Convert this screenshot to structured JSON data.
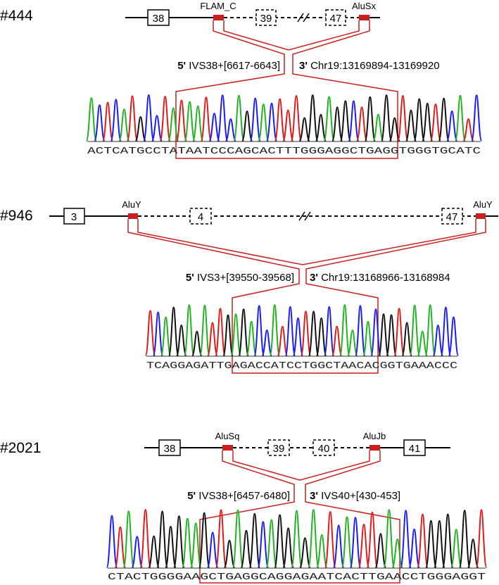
{
  "panels": [
    {
      "id": "444",
      "label": "#444",
      "exons": [
        "38",
        "39",
        "47"
      ],
      "elements": [
        "FLAM_C",
        "AluSx"
      ],
      "junction": {
        "five_prefix": "5'",
        "five_text": "IVS38+[6617-6643]",
        "three_prefix": "3'",
        "three_text": "Chr19:13169894-13169920"
      },
      "sequence": "ACTCATGCCTATAATCCCAGCACTTTGGGAGGCTGAGGTGGGTGCATC"
    },
    {
      "id": "946",
      "label": "#946",
      "exons": [
        "3",
        "4",
        "47"
      ],
      "elements": [
        "AluY",
        "AluY"
      ],
      "junction": {
        "five_prefix": "5'",
        "five_text": "IVS3+[39550-39568]",
        "three_prefix": "3'",
        "three_text": "Chr19:13168966-13168984"
      },
      "sequence": "TCAGGAGATTGAGACCATCCTGGCTAACACGGTGAAACCC"
    },
    {
      "id": "2021",
      "label": "#2021",
      "exons": [
        "38",
        "39",
        "40",
        "41"
      ],
      "elements": [
        "AluSq",
        "AluJb"
      ],
      "junction": {
        "five_prefix": "5'",
        "five_text": "IVS38+[6457-6480]",
        "three_prefix": "3'",
        "three_text": "IVS40+[430-453]"
      },
      "sequence": "CTACTGGGGAAGCTGAGGCAGGAGAATCACTTGAACCTGGGAGGT"
    }
  ],
  "colors": {
    "A": "#1fb31f",
    "C": "#1a1aff",
    "G": "#111111",
    "T": "#e01919",
    "highlight": "#cc1f1f"
  }
}
